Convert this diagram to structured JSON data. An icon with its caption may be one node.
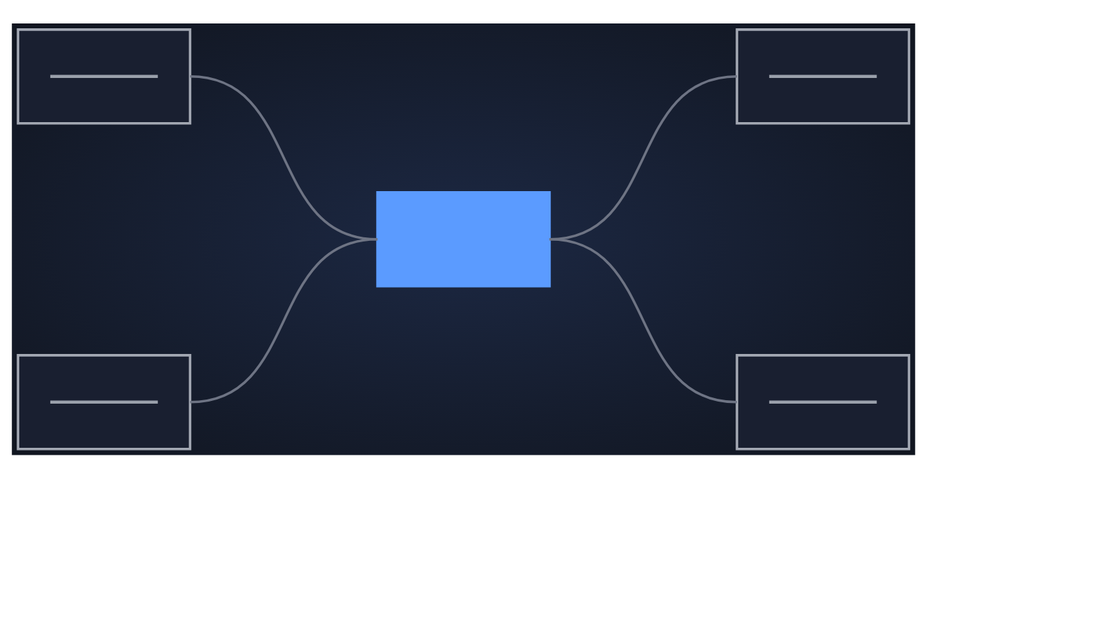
{
  "diagram": {
    "nodes": [
      {
        "text": [],
        "shape": "box"
      },
      {
        "text": [],
        "shape": "box"
      },
      {
        "text": [],
        "shape": "box"
      },
      {
        "text": [],
        "shape": "box"
      },
      {
        "text": [],
        "shape": "box"
      }
    ],
    "edges": [
      {
        "from": 0,
        "to": 2,
        "arrow": "none"
      },
      {
        "from": 1,
        "to": 2,
        "arrow": "none"
      },
      {
        "from": 2,
        "to": 3,
        "arrow": "none"
      },
      {
        "from": 2,
        "to": 4,
        "arrow": "none"
      }
    ]
  }
}
